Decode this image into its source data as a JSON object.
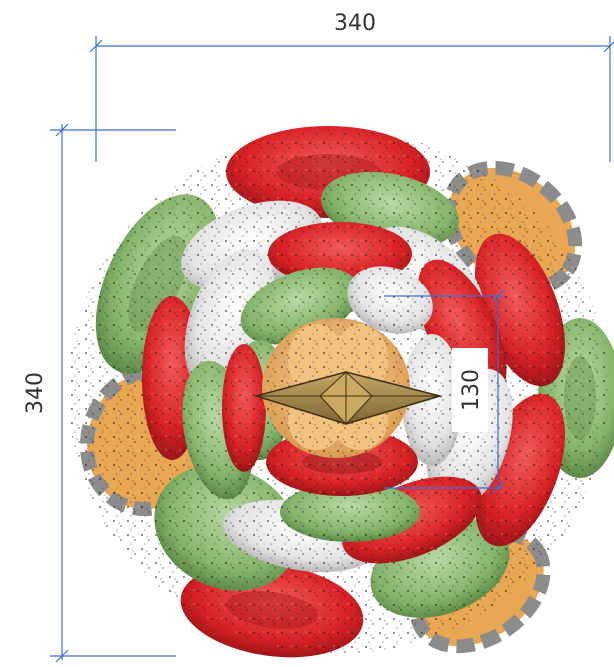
{
  "dimensions": {
    "top_width": "340",
    "left_height": "340",
    "inner_height": "130"
  },
  "colors": {
    "dimension_line": "#3b6fd8",
    "red_ring": "#e0262a",
    "green_ring": "#8dbb72",
    "white_ring": "#e9e9e9",
    "tan_core": "#f0b868",
    "grey_ring": "#a9a9a9",
    "gold_gem": "#a88a4a"
  }
}
